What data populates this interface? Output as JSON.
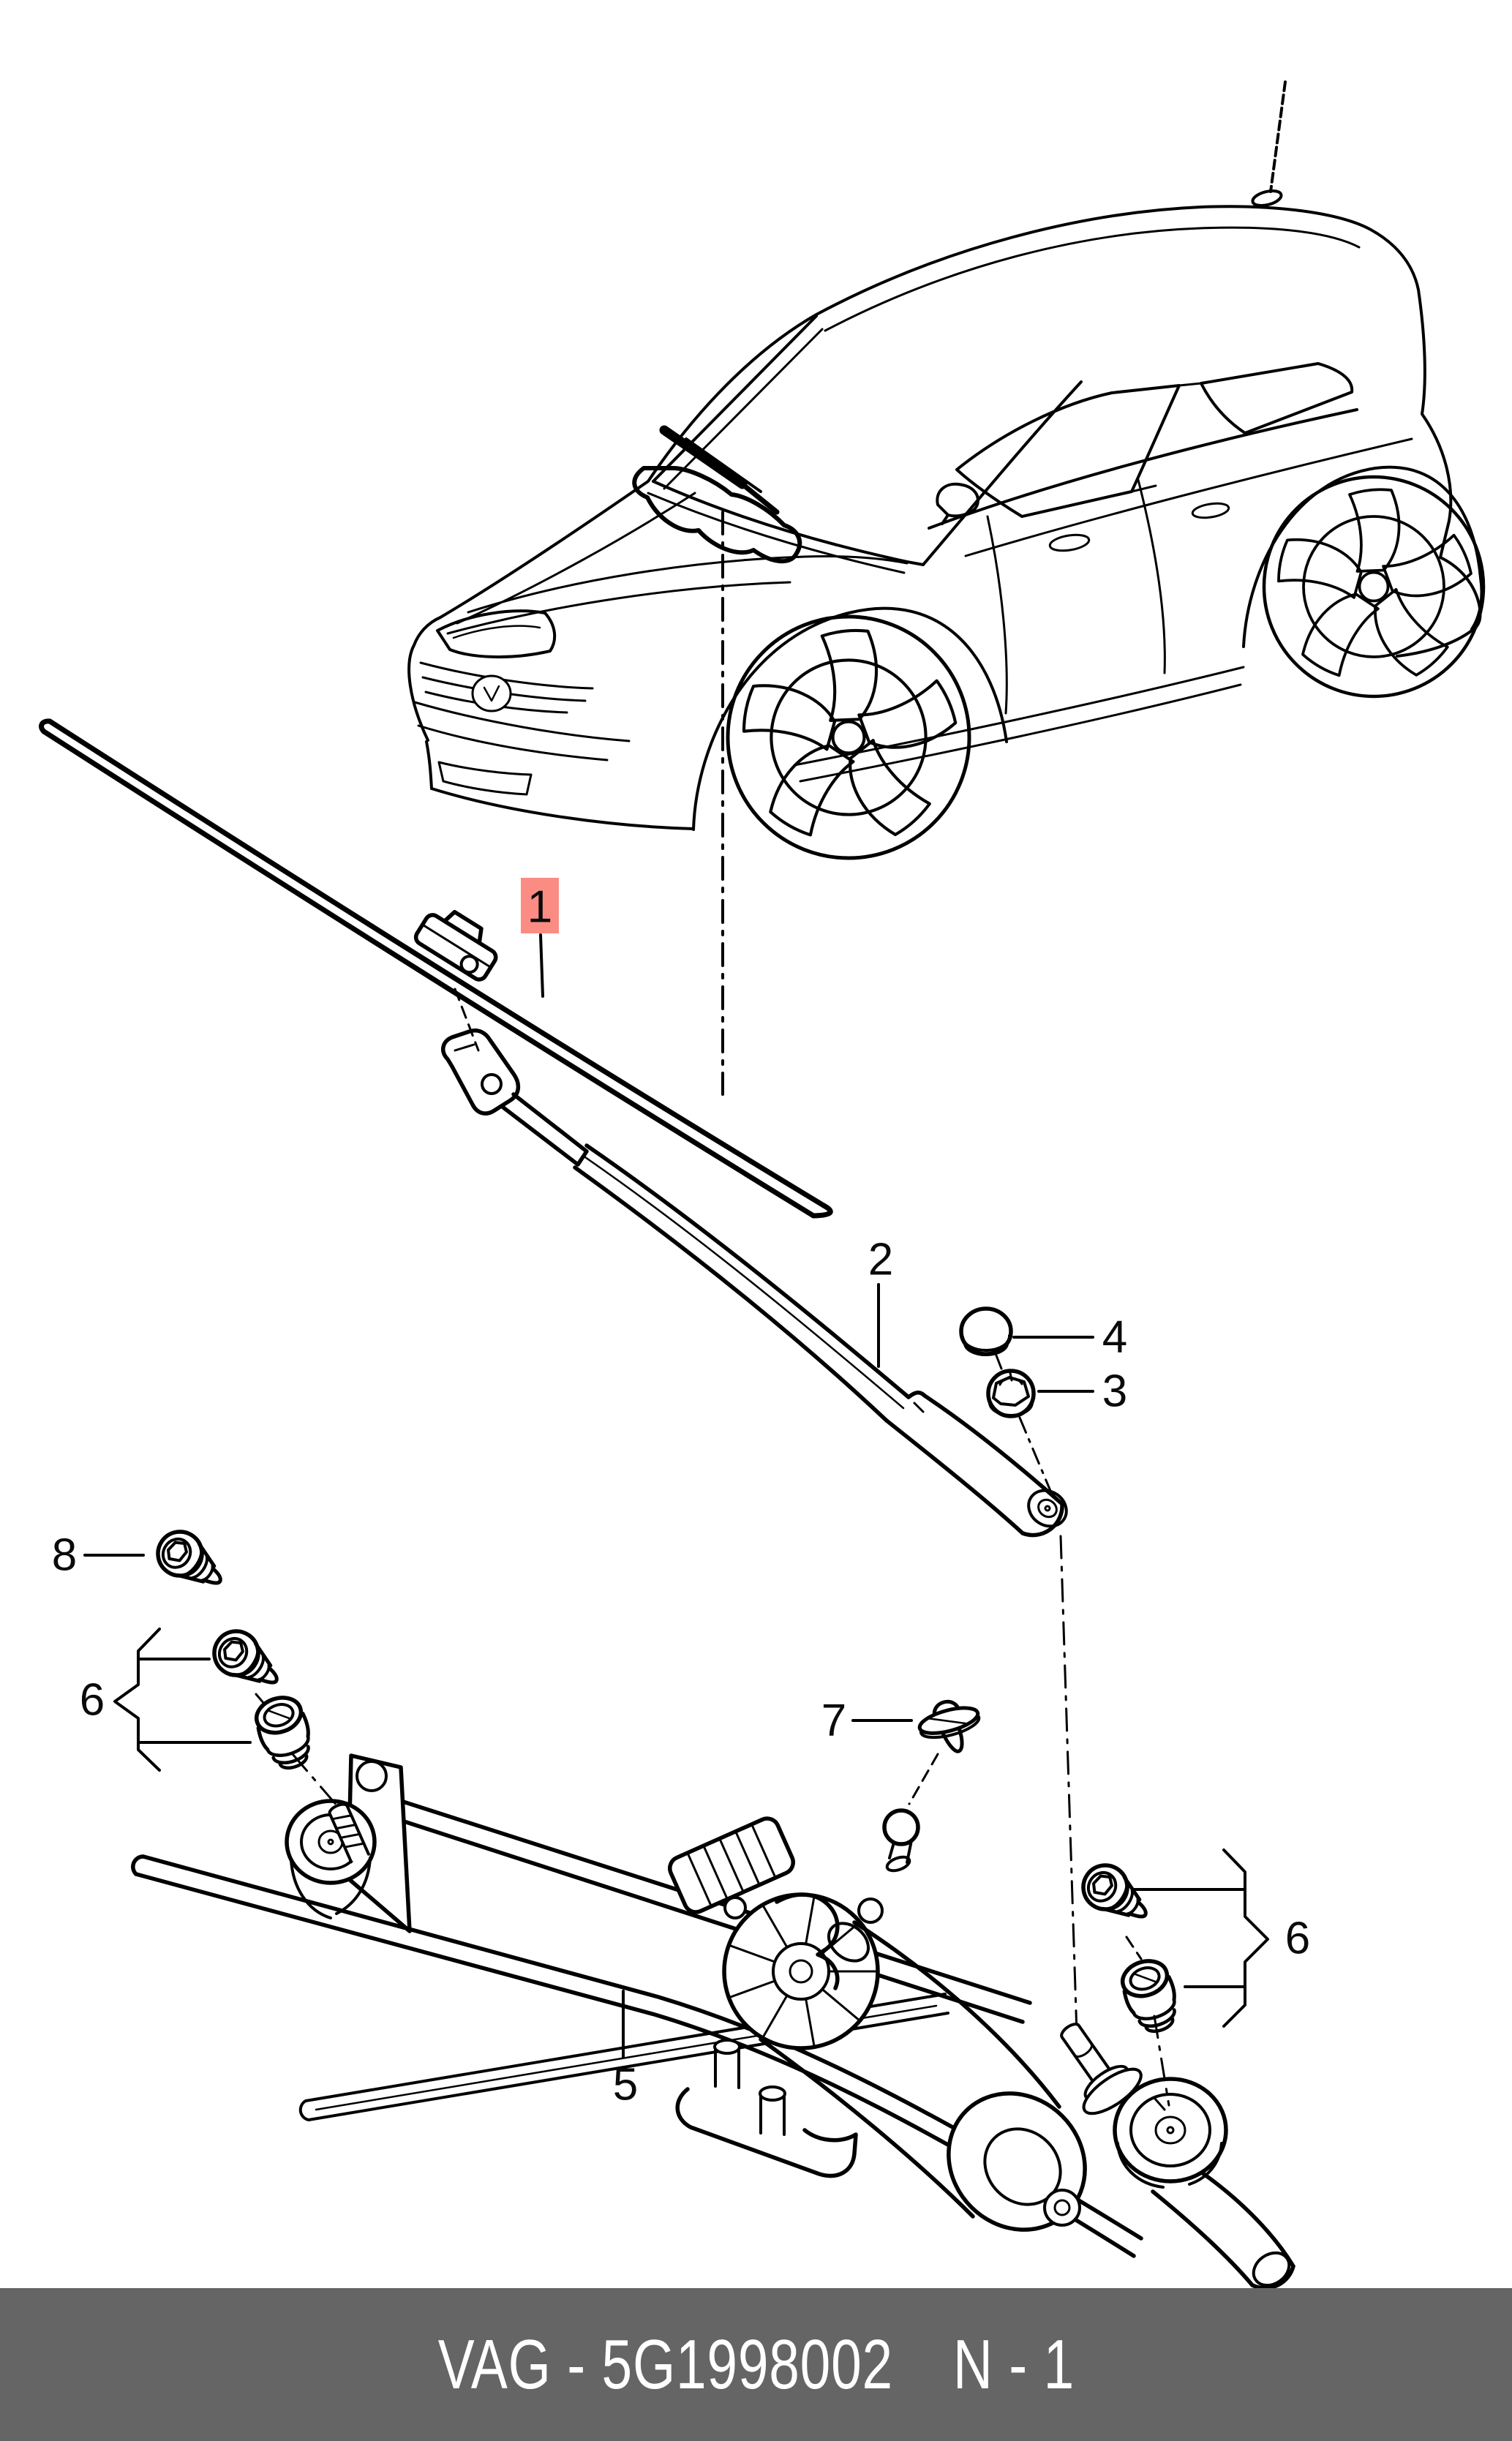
{
  "colors": {
    "background": "#FFFFFF",
    "line": "#000000",
    "highlight_box": "#FB8C84",
    "highlight_digit": "#8E1111",
    "footer_bg": "#656565",
    "footer_text": "#FFFFFF"
  },
  "callouts": {
    "c1": {
      "label": "1",
      "highlighted": true
    },
    "c2": {
      "label": "2"
    },
    "c3": {
      "label": "3"
    },
    "c4": {
      "label": "4"
    },
    "c5": {
      "label": "5"
    },
    "c6_left": {
      "label": "6"
    },
    "c6_right": {
      "label": "6"
    },
    "c7": {
      "label": "7"
    },
    "c8": {
      "label": "8"
    }
  },
  "footer": {
    "left_text": "VAG - 5G1998002",
    "right_text": "N - 1"
  }
}
